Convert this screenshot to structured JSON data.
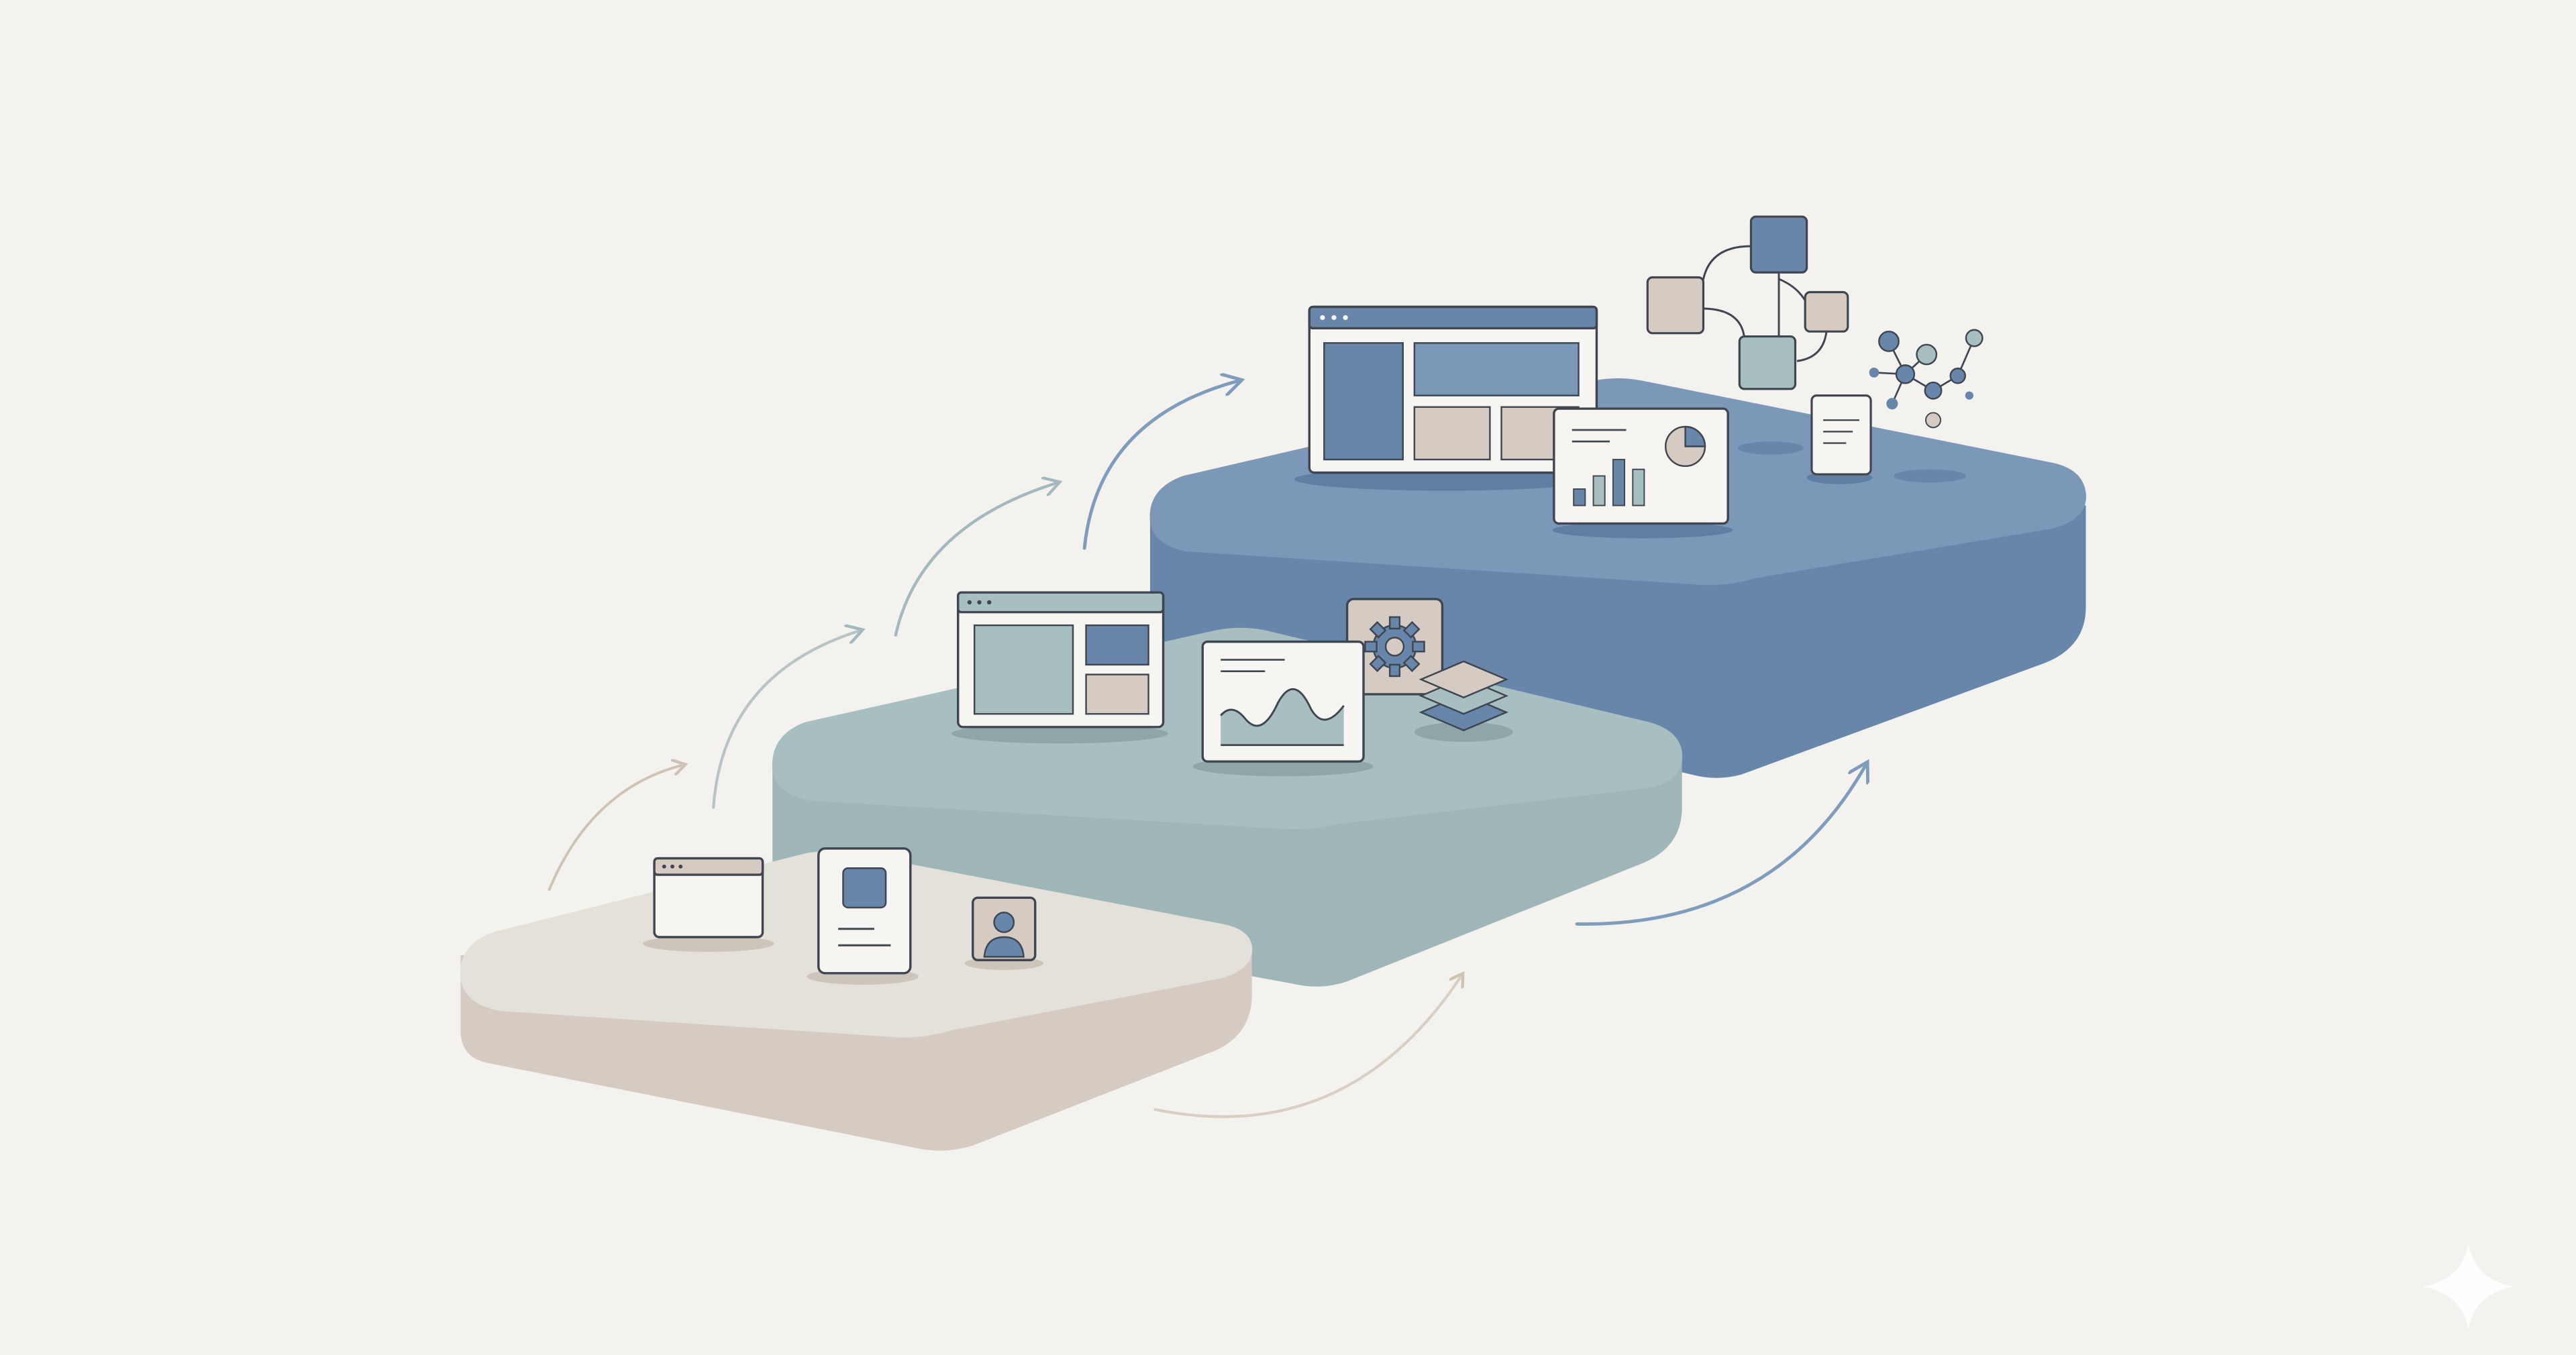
{
  "scene": {
    "tiers": [
      {
        "id": "base",
        "color_top": "#e4e0da",
        "color_side": "#d5cbc2"
      },
      {
        "id": "middle",
        "color_top": "#a7bfc1",
        "color_side": "#9fb6b9"
      },
      {
        "id": "top",
        "color_top": "#7b98b9",
        "color_side": "#6886aa"
      }
    ]
  },
  "palette": {
    "background": "#f3f2ee",
    "accent_blue": "#6886aa",
    "accent_teal": "#9fb6b9",
    "accent_beige": "#d5cbc2",
    "outline": "#3f4651",
    "card": "#f7f5f2",
    "arrow_light": "#cfc3b6",
    "arrow_mid": "#a3b8bf",
    "arrow_dark": "#7f9cbc"
  },
  "icons": [
    "browser-window-icon",
    "profile-card-icon",
    "user-avatar-icon",
    "dashboard-window-icon",
    "area-chart-icon",
    "gear-icon",
    "layers-icon",
    "large-dashboard-icon",
    "analytics-report-icon",
    "document-icon",
    "workflow-network-icon",
    "node-graph-icon",
    "sparkle-icon"
  ]
}
